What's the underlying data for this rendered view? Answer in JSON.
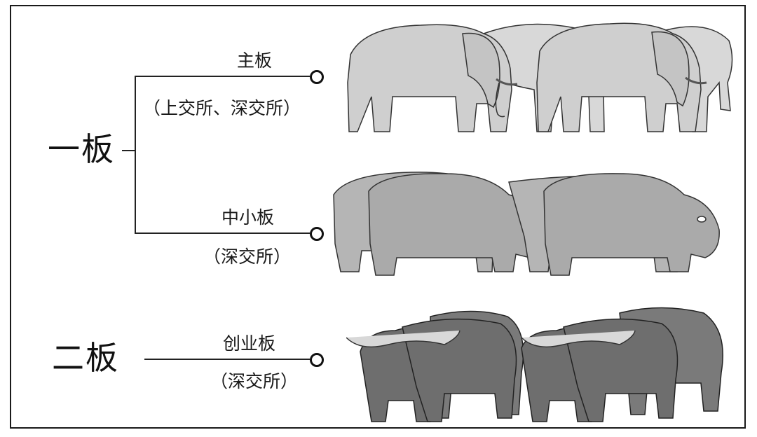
{
  "diagram": {
    "tiers": [
      {
        "label": "一板",
        "boards": [
          {
            "name": "主板",
            "exchange": "（上交所、深交所）",
            "illustration": "elephant-herd-icon"
          },
          {
            "name": "中小板",
            "exchange": "（深交所）",
            "illustration": "hippo-herd-icon"
          }
        ]
      },
      {
        "label": "二板",
        "boards": [
          {
            "name": "创业板",
            "exchange": "（深交所）",
            "illustration": "buffalo-herd-icon"
          }
        ]
      }
    ],
    "colors": {
      "line": "#222222",
      "elephant": "#c9c9c9",
      "hippo": "#a9a9a9",
      "buffalo": "#6b6b6b",
      "outline": "#333333"
    }
  }
}
